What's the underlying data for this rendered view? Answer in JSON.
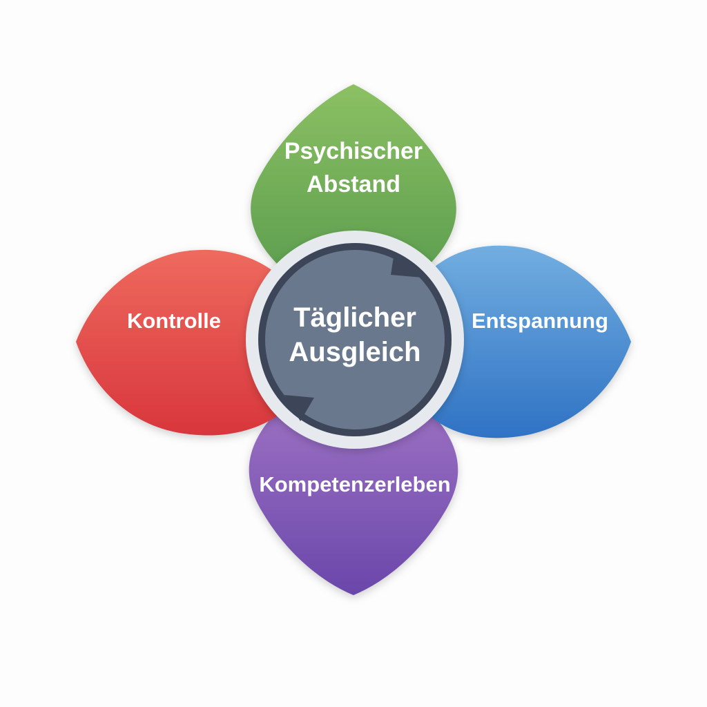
{
  "diagram": {
    "center": {
      "line1": "Täglicher",
      "line2": "Ausgleich",
      "icon": "cycle-arrows-icon"
    },
    "petals": {
      "top": {
        "line1": "Psychischer",
        "line2": "Abstand",
        "color_light": "#8cc063",
        "color_dark": "#5fa050"
      },
      "left": {
        "label": "Kontrolle",
        "color_light": "#ee6a5e",
        "color_dark": "#d8363c"
      },
      "right": {
        "label": "Entspannung",
        "color_light": "#72aee0",
        "color_dark": "#2f72c4"
      },
      "bottom": {
        "label": "Kompetenzerleben",
        "color_light": "#9a6fc2",
        "color_dark": "#6a47aa"
      }
    },
    "hub_colors": {
      "fill": "#6a788d",
      "ring": "#3c4658",
      "outer": "#e6e9ee"
    }
  }
}
